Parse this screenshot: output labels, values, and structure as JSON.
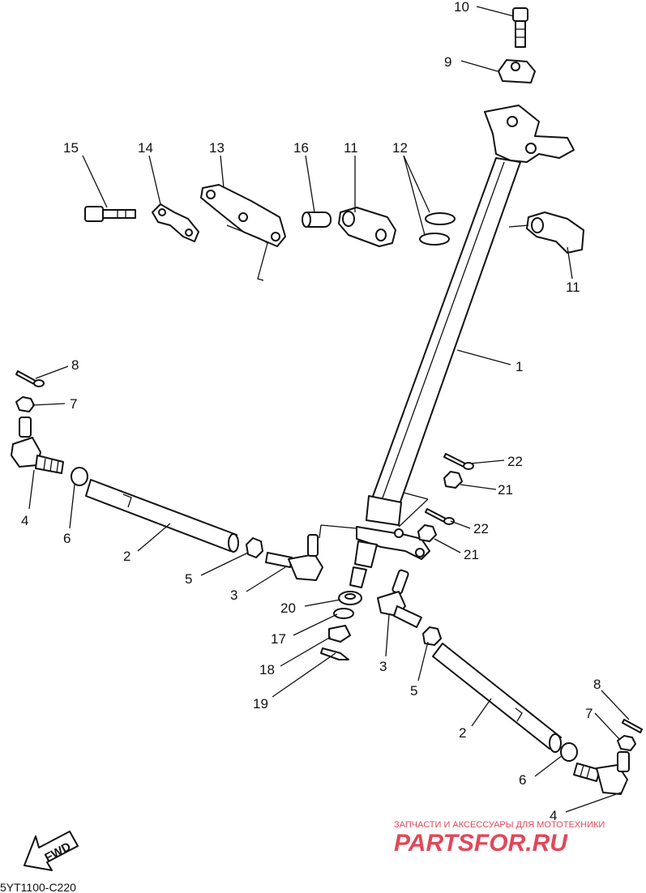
{
  "diagram_code": "5YT1100-C220",
  "fwd_label": "FWD",
  "watermark": {
    "top": "ЗАПЧАСТИ И АКСЕССУАРЫ ДЛЯ МОТОТЕХНИКИ",
    "brand": "PARTSFOR.RU"
  },
  "callouts": [
    "1",
    "2",
    "2",
    "3",
    "3",
    "4",
    "4",
    "5",
    "5",
    "6",
    "6",
    "7",
    "7",
    "8",
    "8",
    "9",
    "10",
    "11",
    "11",
    "12",
    "13",
    "14",
    "15",
    "16",
    "17",
    "18",
    "19",
    "20",
    "21",
    "21",
    "22",
    "22"
  ]
}
